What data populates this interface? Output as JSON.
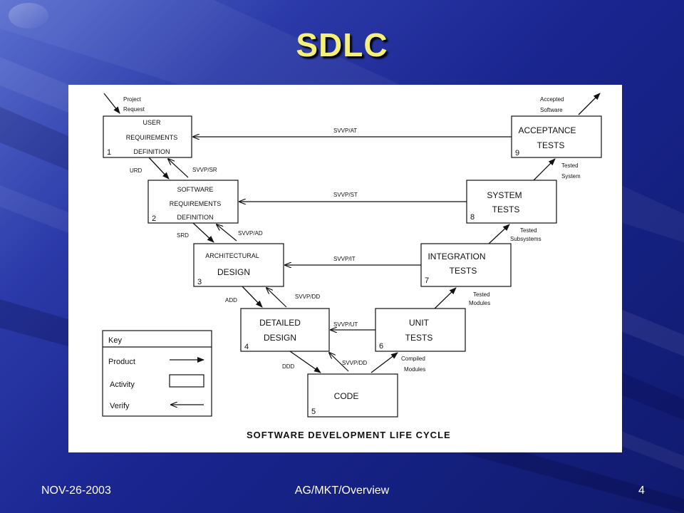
{
  "slide": {
    "title": "SDLC",
    "footer_left": "NOV-26-2003",
    "footer_center": "AG/MKT/Overview",
    "footer_right": "4"
  },
  "diagram": {
    "caption": "SOFTWARE DEVELOPMENT LIFE CYCLE",
    "boxes": {
      "b1": {
        "line1": "USER",
        "line2": "REQUIREMENTS",
        "line3": "DEFINITION",
        "num": "1"
      },
      "b2": {
        "line1": "SOFTWARE",
        "line2": "REQUIREMENTS",
        "line3": "DEFINITION",
        "num": "2"
      },
      "b3": {
        "line1": "ARCHITECTURAL",
        "line2": "DESIGN",
        "num": "3"
      },
      "b4": {
        "line1": "DETAILED",
        "line2": "DESIGN",
        "num": "4"
      },
      "b5": {
        "line1": "CODE",
        "num": "5"
      },
      "b6": {
        "line1": "UNIT",
        "line2": "TESTS",
        "num": "6"
      },
      "b7": {
        "line1": "INTEGRATION",
        "line2": "TESTS",
        "num": "7"
      },
      "b8": {
        "line1": "SYSTEM",
        "line2": "TESTS",
        "num": "8"
      },
      "b9": {
        "line1": "ACCEPTANCE",
        "line2": "TESTS",
        "num": "9"
      }
    },
    "labels": {
      "project": "Project",
      "request": "Request",
      "accepted": "Accepted",
      "software": "Software",
      "urd": "URD",
      "srd": "SRD",
      "add": "ADD",
      "ddd": "DDD",
      "svvp_sr": "SVVP/SR",
      "svvp_ad": "SVVP/AD",
      "svvp_dd_left": "SVVP/DD",
      "svvp_dd_right": "SVVP/DD",
      "svvp_at": "SVVP/AT",
      "svvp_st": "SVVP/ST",
      "svvp_it": "SVVP/IT",
      "svvp_ut": "SVVP/UT",
      "compiled": "Compiled",
      "modules_c": "Modules",
      "tested_m": "Tested",
      "modules_t": "Modules",
      "tested_s": "Tested",
      "subsystems": "Subsystems",
      "tested_sys": "Tested",
      "system": "System"
    },
    "key": {
      "title": "Key",
      "product": "Product",
      "activity": "Activity",
      "verify": "Verify"
    }
  }
}
